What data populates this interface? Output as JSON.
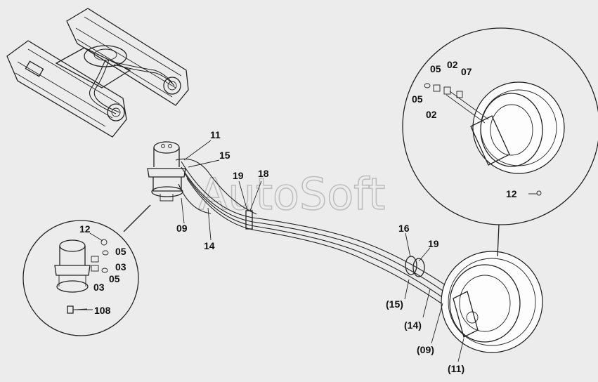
{
  "watermark": "AutoSoft",
  "labels": {
    "l11": "11",
    "l15": "15",
    "l19a": "19",
    "l18": "18",
    "l09": "09",
    "l14": "14",
    "l16": "16",
    "l19b": "19",
    "p15": "(15)",
    "p14": "(14)",
    "p09": "(09)",
    "p11": "(11)",
    "d05a": "05",
    "d02a": "02",
    "d07": "07",
    "d05b": "05",
    "d02b": "02",
    "d12r": "12",
    "d12l": "12",
    "d05c": "05",
    "d03a": "03",
    "d03b": "03",
    "d05d": "05",
    "d108": "108"
  }
}
